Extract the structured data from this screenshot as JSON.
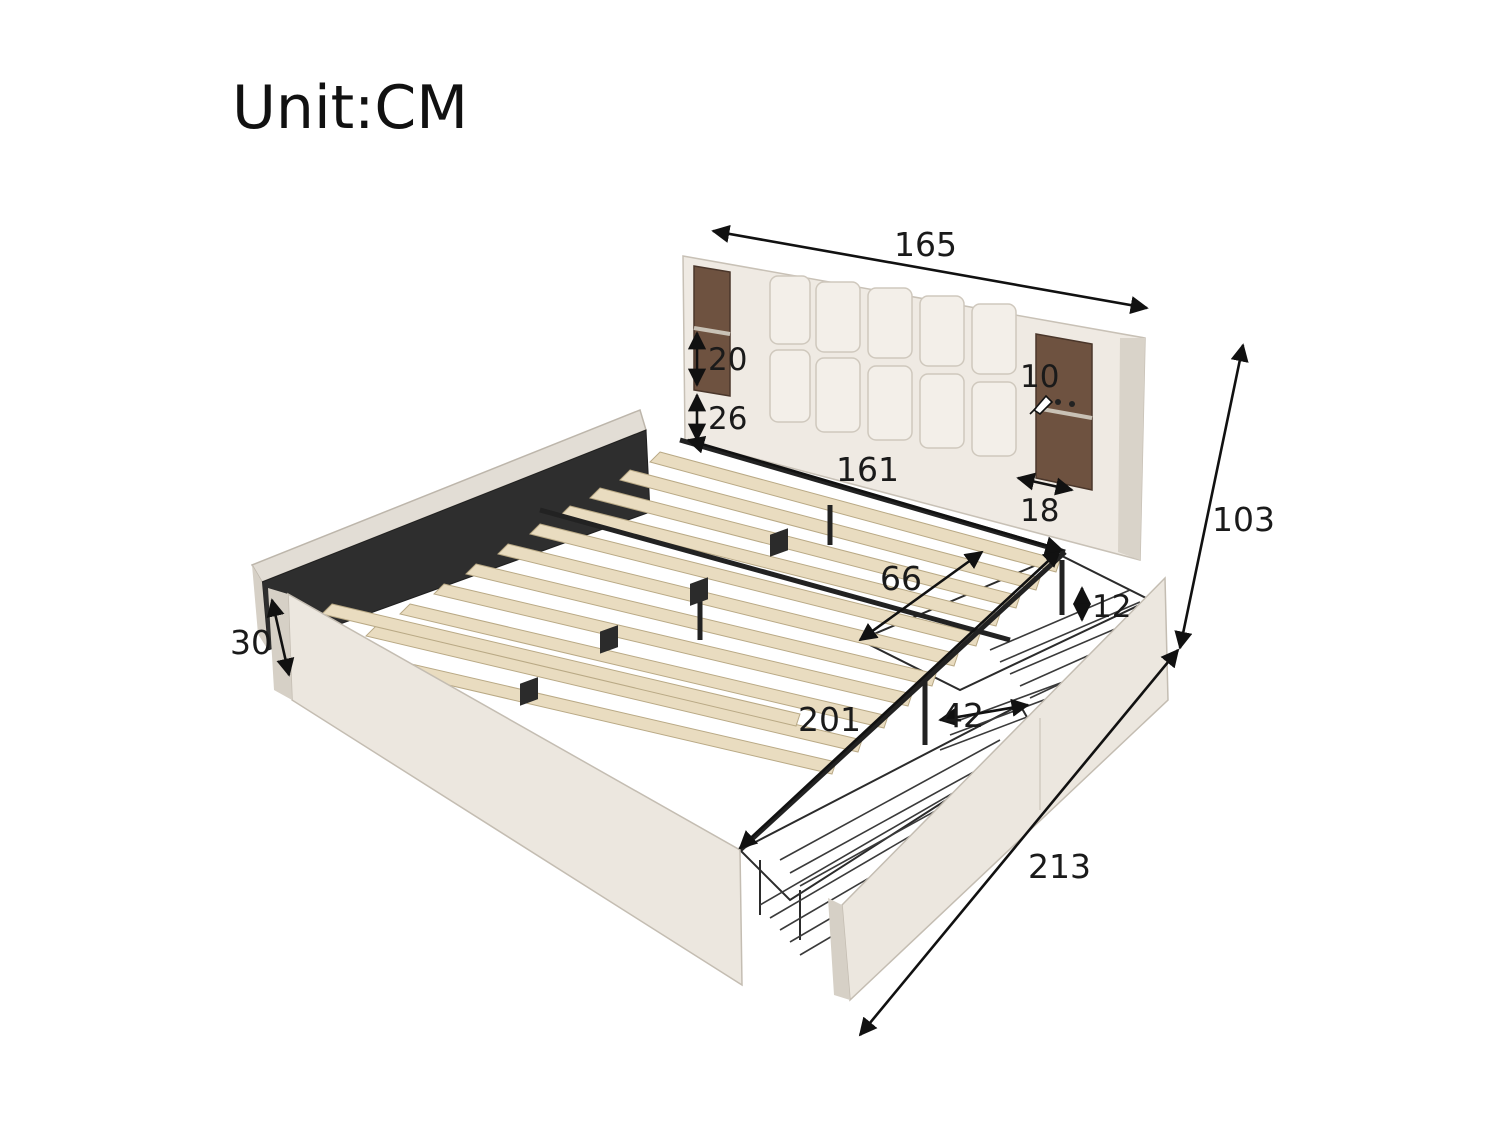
{
  "header": {
    "unit_label": "Unit:CM"
  },
  "dimensions": {
    "headboard_width": "165",
    "total_height": "103",
    "total_length": "213",
    "inner_length": "201",
    "inner_width": "161",
    "frame_height": "30",
    "drawer_width": "66",
    "drawer_depth": "42",
    "drawer_height": "12",
    "shelf_height": "20",
    "shelf_clearance": "26",
    "usb_port": "10",
    "shelf_depth": "18"
  },
  "colors": {
    "upholstery": "#ece7df",
    "upholstery_shadow": "#cfc8bd",
    "slat": "#e9dcc0",
    "metal": "#2b2b2b",
    "wood_shelf": "#6e5240",
    "dimension_line": "#111111"
  }
}
